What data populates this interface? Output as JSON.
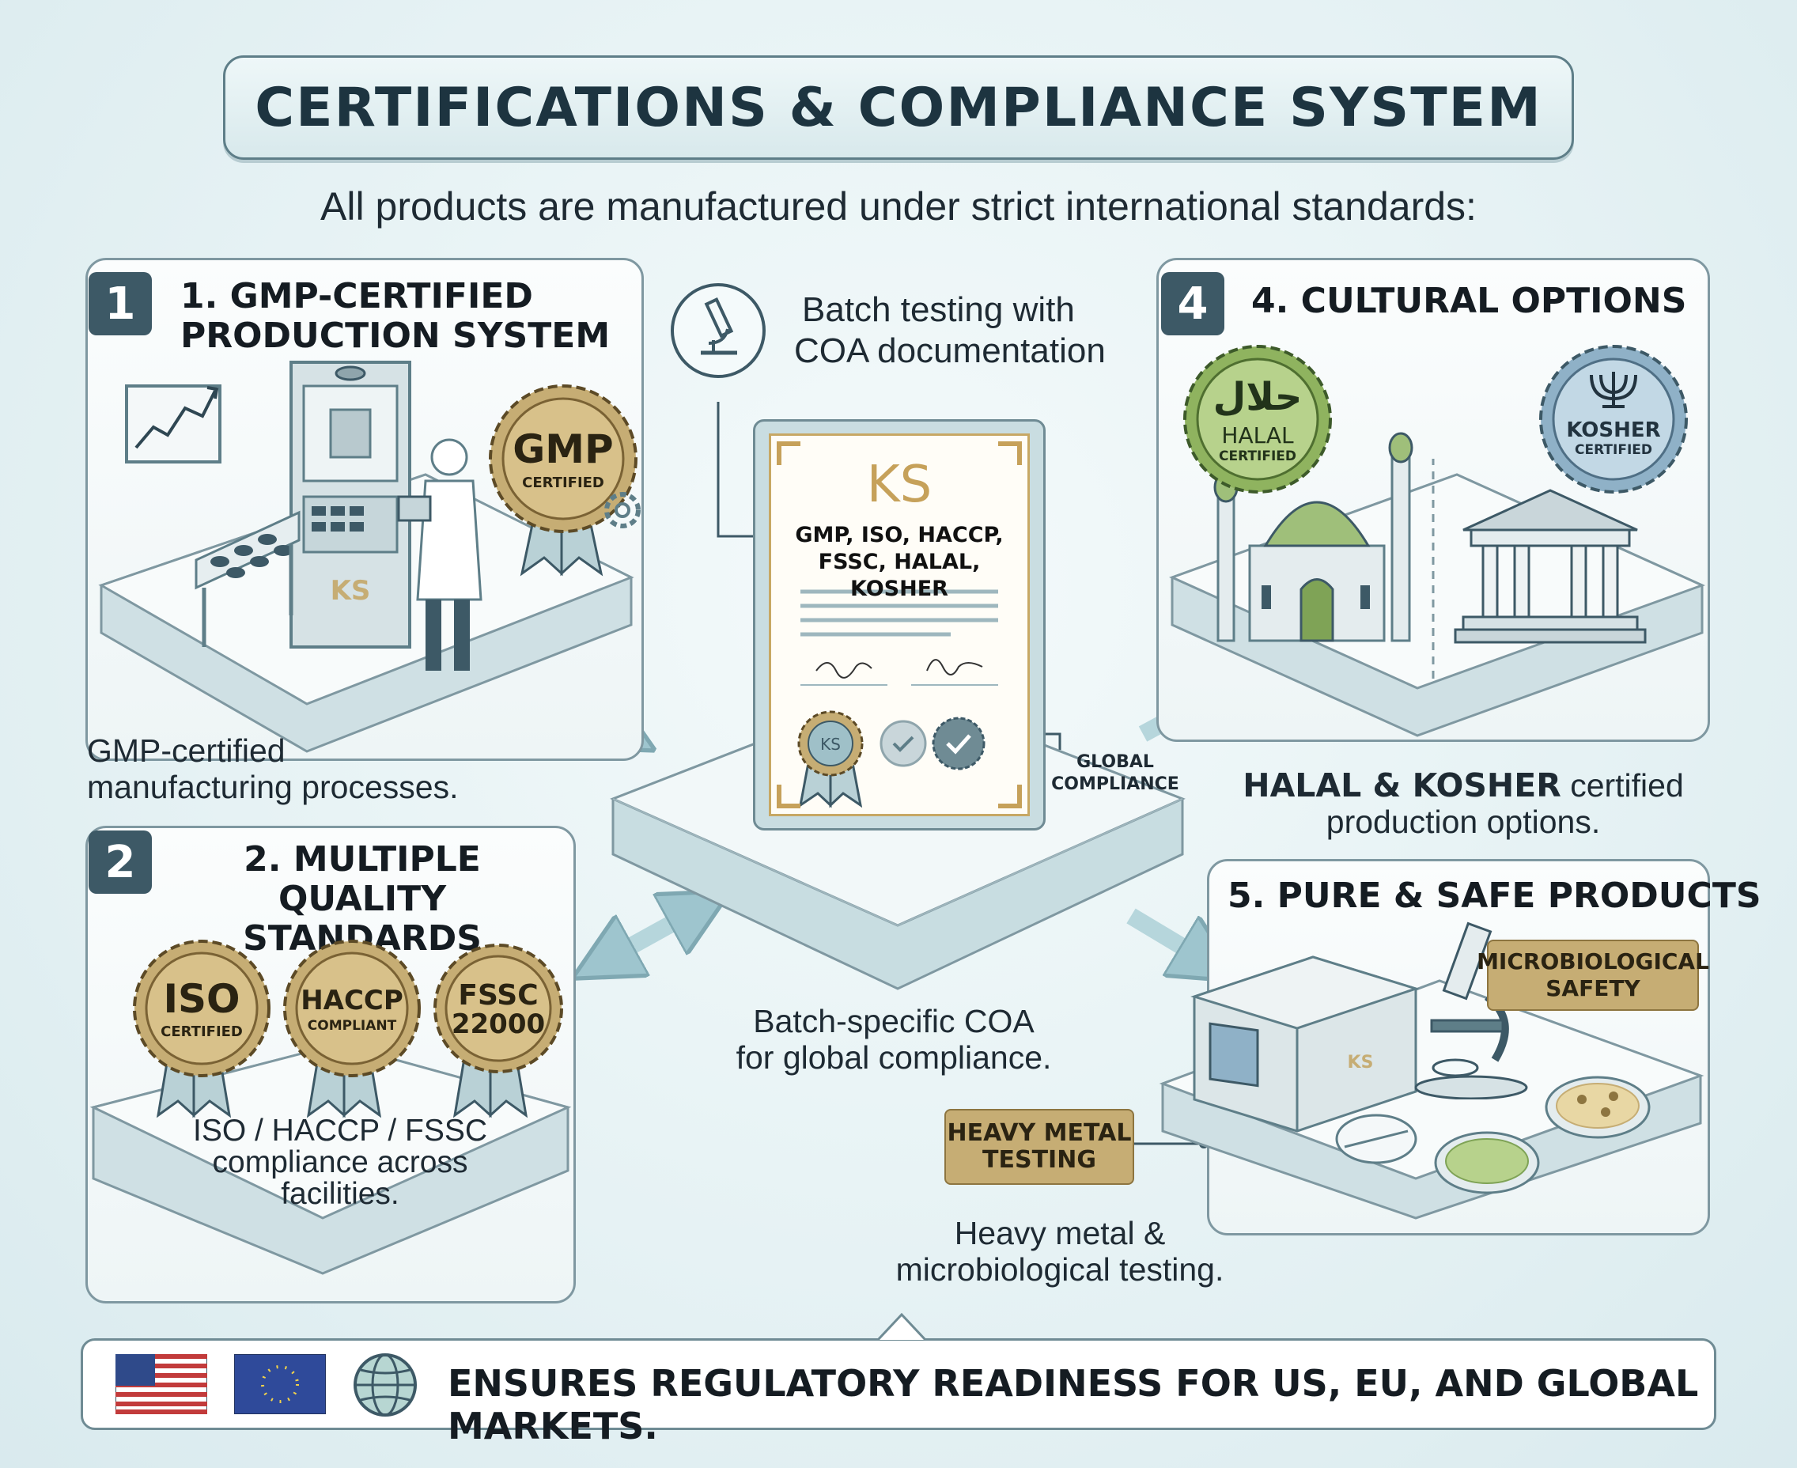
{
  "title": "CERTIFICATIONS & COMPLIANCE SYSTEM",
  "subtitle": "All products are manufactured under strict international standards:",
  "sections": {
    "gmp": {
      "number": "1",
      "heading_line1": "1. GMP-CERTIFIED",
      "heading_line2": "PRODUCTION SYSTEM",
      "badge_main": "GMP",
      "badge_sub": "CERTIFIED",
      "machine_logo": "KS",
      "caption_line1": "GMP-certified",
      "caption_line2": "manufacturing processes."
    },
    "quality": {
      "number": "2",
      "heading_line1": "2. MULTIPLE QUALITY",
      "heading_line2": "STANDARDS",
      "badges": [
        {
          "main": "ISO",
          "sub": "CERTIFIED"
        },
        {
          "main": "HACCP",
          "sub": "COMPLIANT"
        },
        {
          "main": "FSSC",
          "sub": "22000"
        }
      ],
      "caption_line1": "ISO / HACCP / FSSC",
      "caption_line2": "compliance across",
      "caption_line3": "facilities."
    },
    "coa": {
      "label_line1": "Batch testing with",
      "label_line2": "COA documentation",
      "cert_logo": "KS",
      "cert_line1": "GMP, ISO, HACCP,",
      "cert_line2": "FSSC, HALAL, KOSHER",
      "seal": "KS",
      "global_line1": "GLOBAL",
      "global_line2": "COMPLIANCE",
      "caption_line1": "Batch-specific COA",
      "caption_line2": "for global compliance."
    },
    "cultural": {
      "number": "4",
      "heading": "4. CULTURAL OPTIONS",
      "halal_arabic": "حلال",
      "halal_main": "HALAL",
      "halal_sub": "CERTIFIED",
      "kosher_main": "KOSHER",
      "kosher_sub": "CERTIFIED",
      "caption_bold": "HALAL & KOSHER",
      "caption_rest": " certified",
      "caption_line2": "production options."
    },
    "pure": {
      "heading": "5. PURE & SAFE PRODUCTS",
      "tag_micro_line1": "MICROBIOLOGICAL",
      "tag_micro_line2": "SAFETY",
      "tag_heavy_line1": "HEAVY METAL",
      "tag_heavy_line2": "TESTING",
      "caption_line1": "Heavy metal &",
      "caption_line2": "microbiological testing."
    }
  },
  "footer": {
    "text": "ENSURES REGULATORY READINESS FOR US, EU, AND GLOBAL MARKETS.",
    "flags": [
      "us-flag",
      "eu-flag",
      "globe"
    ]
  },
  "colors": {
    "dark_slate": "#3d5966",
    "gold": "#c6ad74",
    "halal_green": "#7fa356",
    "kosher_blue": "#8fb1c7",
    "arrow_teal": "#9ec5ce"
  }
}
